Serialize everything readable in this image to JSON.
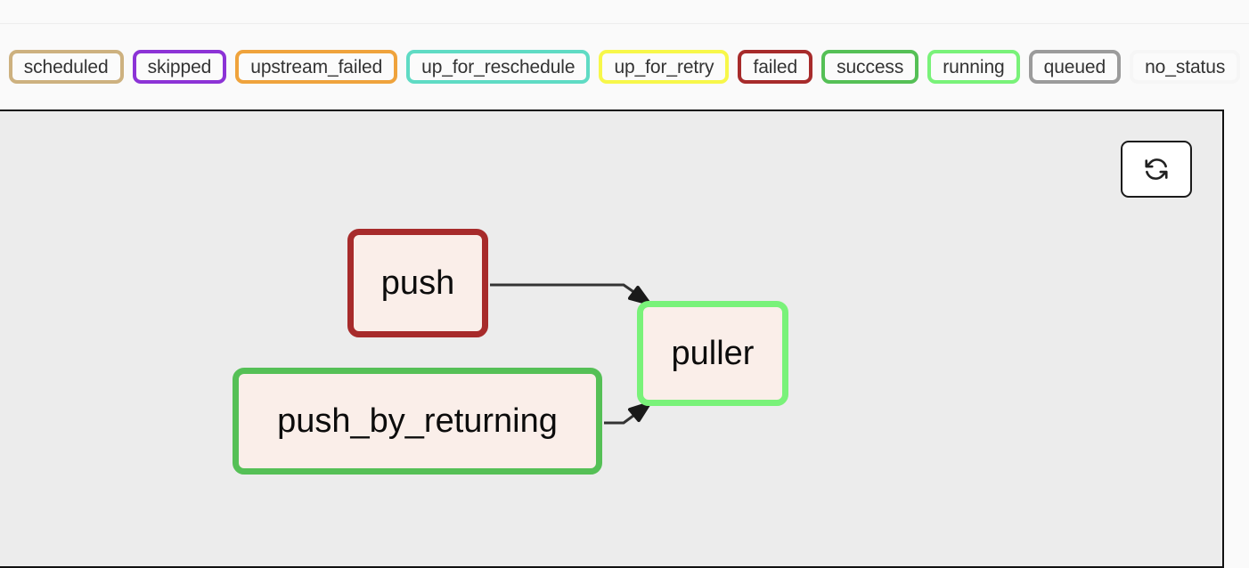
{
  "legend": {
    "name": "task-status-legend",
    "items": [
      {
        "label": "scheduled",
        "color": "#cdb17f"
      },
      {
        "label": "skipped",
        "color": "#8c33d6"
      },
      {
        "label": "upstream_failed",
        "color": "#efa33c"
      },
      {
        "label": "up_for_reschedule",
        "color": "#5fdbc4"
      },
      {
        "label": "up_for_retry",
        "color": "#f7f74a"
      },
      {
        "label": "failed",
        "color": "#a72b2b"
      },
      {
        "label": "success",
        "color": "#55c056"
      },
      {
        "label": "running",
        "color": "#79f279"
      },
      {
        "label": "queued",
        "color": "#9b9b9b"
      },
      {
        "label": "no_status",
        "color": "#f6f6f6"
      }
    ]
  },
  "graph": {
    "refresh_button": {
      "label": "Refresh",
      "icon": "refresh-icon"
    },
    "panel_background": "#ececec",
    "node_fill": "#faeee9",
    "edge_color": "#333333",
    "nodes": [
      {
        "id": "push",
        "label": "push",
        "status": "failed",
        "border_color": "#a72b2b"
      },
      {
        "id": "puller",
        "label": "puller",
        "status": "running",
        "border_color": "#79f279"
      },
      {
        "id": "push_by_returning",
        "label": "push_by_returning",
        "status": "success",
        "border_color": "#55c056"
      }
    ],
    "edges": [
      {
        "from": "push",
        "to": "puller"
      },
      {
        "from": "push_by_returning",
        "to": "puller"
      }
    ]
  }
}
